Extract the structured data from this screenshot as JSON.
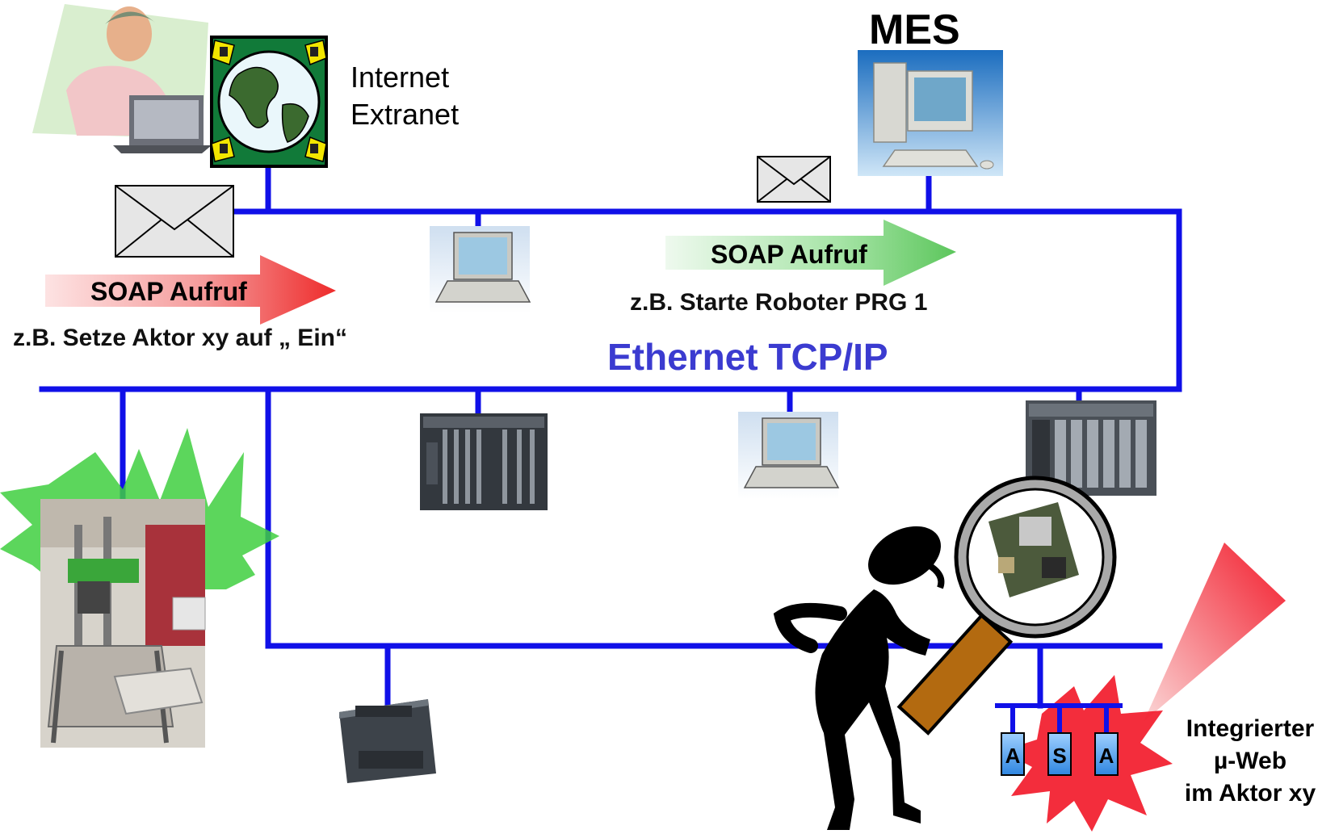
{
  "labels": {
    "mes": "MES",
    "internet": "Internet",
    "extranet": "Extranet",
    "soap_left": "SOAP Aufruf",
    "soap_left_example": "z.B. Setze Aktor xy auf „ Ein“",
    "soap_right": "SOAP Aufruf",
    "soap_right_example": "z.B. Starte Roboter PRG 1",
    "ethernet": "Ethernet TCP/IP",
    "node_a1": "A",
    "node_s": "S",
    "node_a2": "A",
    "microweb_line1": "Integrierter",
    "microweb_line2": "µ-Web",
    "microweb_line3": "im Aktor xy"
  },
  "colors": {
    "bus": "#1010e8",
    "ethernet_text": "#3b3bd0",
    "soap_left_arrow": "#ee2b2b",
    "soap_right_arrow": "#66cc66",
    "burst_green": "#3fcf3f",
    "burst_red": "#f21b2b"
  },
  "icons": {
    "user": "user-at-laptop-icon",
    "globe": "globe-network-icon",
    "mail": "envelope-icon",
    "mes_pc": "desktop-computer-icon",
    "laptop": "laptop-icon",
    "plc": "plc-rack-icon",
    "robot": "robot-machine-photo",
    "inspector": "person-with-magnifier-icon",
    "field_device": "field-device-node-icon"
  }
}
